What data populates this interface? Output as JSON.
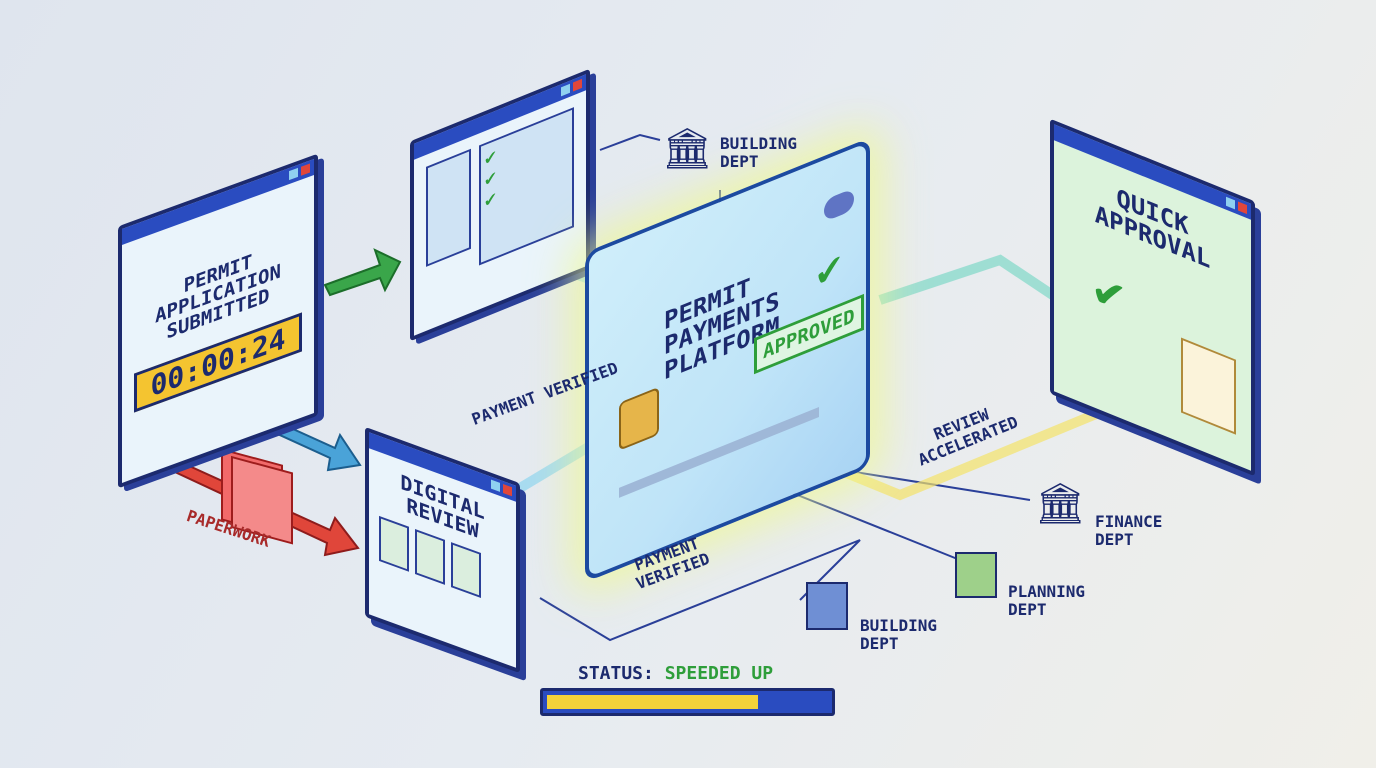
{
  "submitted": {
    "title": "PERMIT APPLICATION SUBMITTED",
    "timer": "00:00:24"
  },
  "paperwork": {
    "label": "PAPERWORK"
  },
  "digital_review": {
    "title": "DIGITAL REVIEW"
  },
  "platform": {
    "title": "PERMIT PAYMENTS PLATFORM",
    "stamp": "APPROVED"
  },
  "quick_approval": {
    "title": "QUICK APPROVAL"
  },
  "labels": {
    "payment_verified_1": "PAYMENT VERIFIED",
    "payment_verified_2": "PAYMENT VERIFIED",
    "review_accelerated": "REVIEW ACCELERATED"
  },
  "depts": {
    "building_top": "BUILDING DEPT",
    "finance": "FINANCE DEPT",
    "planning": "PLANNING DEPT",
    "building_bottom": "BUILDING DEPT"
  },
  "status": {
    "prefix": "STATUS:",
    "value": "SPEEDED UP",
    "progress": 0.75
  },
  "colors": {
    "navy": "#1c2a6e",
    "green": "#2e9e3a",
    "yellow": "#f4d23a",
    "red": "#e0463a"
  }
}
